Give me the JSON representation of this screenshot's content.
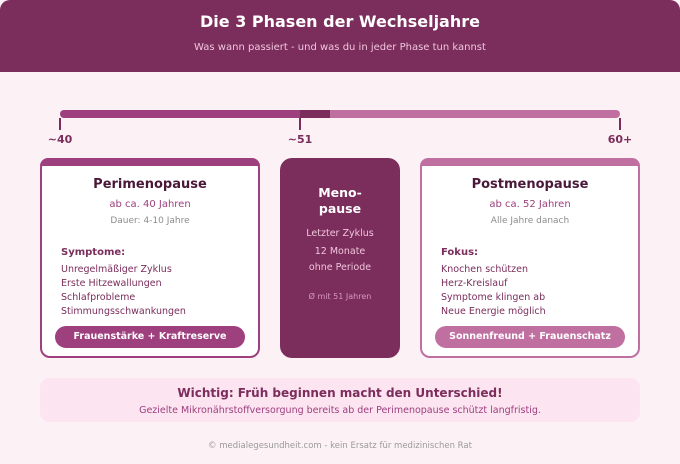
{
  "header": {
    "title": "Die 3 Phasen der Wechseljahre",
    "subtitle": "Was wann passiert - und was du in jeder Phase tun kannst"
  },
  "timeline": {
    "labels": [
      "~40",
      "~51",
      "60+"
    ],
    "colors": {
      "perimenopause": "#9e3f7e",
      "menopause": "#7b2d5c",
      "postmenopause": "#c070a0"
    }
  },
  "phases": {
    "perimenopause": {
      "title": "Perimenopause",
      "age": "ab ca. 40 Jahren",
      "duration": "Dauer: 4-10 Jahre",
      "list_heading": "Symptome:",
      "items": [
        "Unregelmäßiger Zyklus",
        "Erste Hitzewallungen",
        "Schlafprobleme",
        "Stimmungsschwankungen"
      ],
      "product": "Frauenstärke + Kraftreserve"
    },
    "menopause": {
      "title_line1": "Meno-",
      "title_line2": "pause",
      "lines": [
        "Letzter Zyklus",
        "12 Monate",
        "ohne Periode"
      ],
      "note": "Ø mit 51 Jahren"
    },
    "postmenopause": {
      "title": "Postmenopause",
      "age": "ab ca. 52 Jahren",
      "duration": "Alle Jahre danach",
      "list_heading": "Fokus:",
      "items": [
        "Knochen schützen",
        "Herz-Kreislauf",
        "Symptome klingen ab",
        "Neue Energie möglich"
      ],
      "product": "Sonnenfreund + Frauenschatz"
    }
  },
  "notice": {
    "title": "Wichtig: Früh beginnen macht den Unterschied!",
    "text": "Gezielte Mikronährstoffversorgung bereits ab der Perimenopause schützt langfristig."
  },
  "footer": {
    "text": "© medialegesundheit.com - kein Ersatz für medizinischen Rat"
  }
}
